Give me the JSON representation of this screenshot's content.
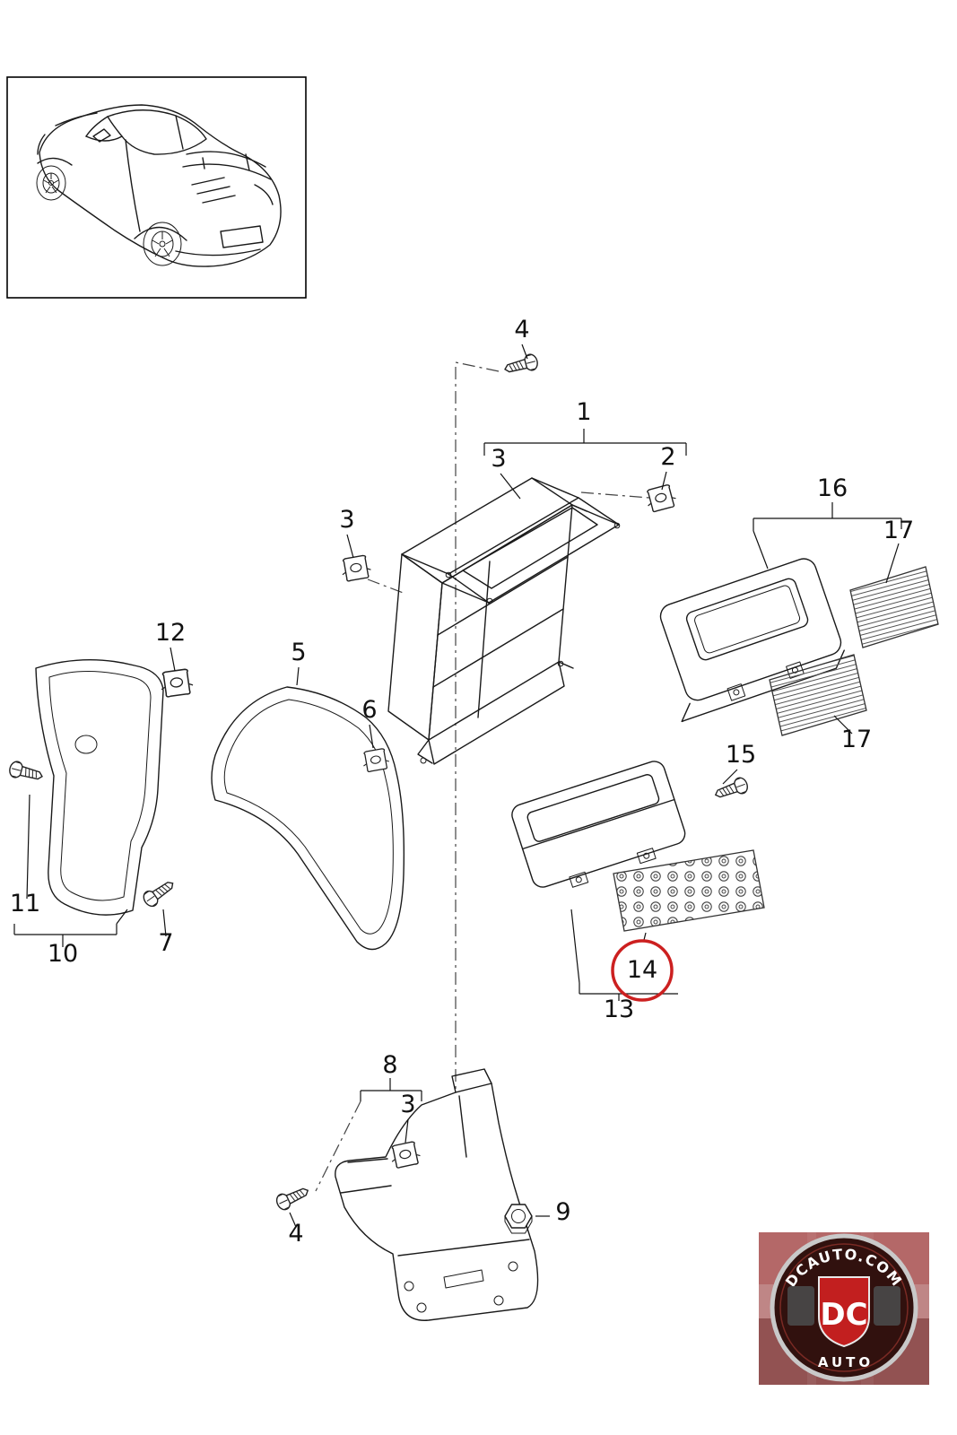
{
  "diagram": {
    "kind": "exploded-parts-diagram",
    "highlight_color": "#cc2020",
    "callouts": [
      {
        "id": "4-top",
        "label": "4"
      },
      {
        "id": "1",
        "label": "1"
      },
      {
        "id": "3-a",
        "label": "3"
      },
      {
        "id": "2",
        "label": "2"
      },
      {
        "id": "16",
        "label": "16"
      },
      {
        "id": "17-a",
        "label": "17"
      },
      {
        "id": "3-b",
        "label": "3"
      },
      {
        "id": "12",
        "label": "12"
      },
      {
        "id": "5",
        "label": "5"
      },
      {
        "id": "6",
        "label": "6"
      },
      {
        "id": "15",
        "label": "15"
      },
      {
        "id": "17-b",
        "label": "17"
      },
      {
        "id": "11",
        "label": "11"
      },
      {
        "id": "10",
        "label": "10"
      },
      {
        "id": "7",
        "label": "7"
      },
      {
        "id": "14",
        "label": "14",
        "highlighted": true
      },
      {
        "id": "13",
        "label": "13"
      },
      {
        "id": "8",
        "label": "8"
      },
      {
        "id": "3-c",
        "label": "3"
      },
      {
        "id": "4-bottom",
        "label": "4"
      },
      {
        "id": "9",
        "label": "9"
      }
    ]
  },
  "logo": {
    "site": "DCAUTO.COM",
    "brand": "DC",
    "name": "AUTO"
  }
}
